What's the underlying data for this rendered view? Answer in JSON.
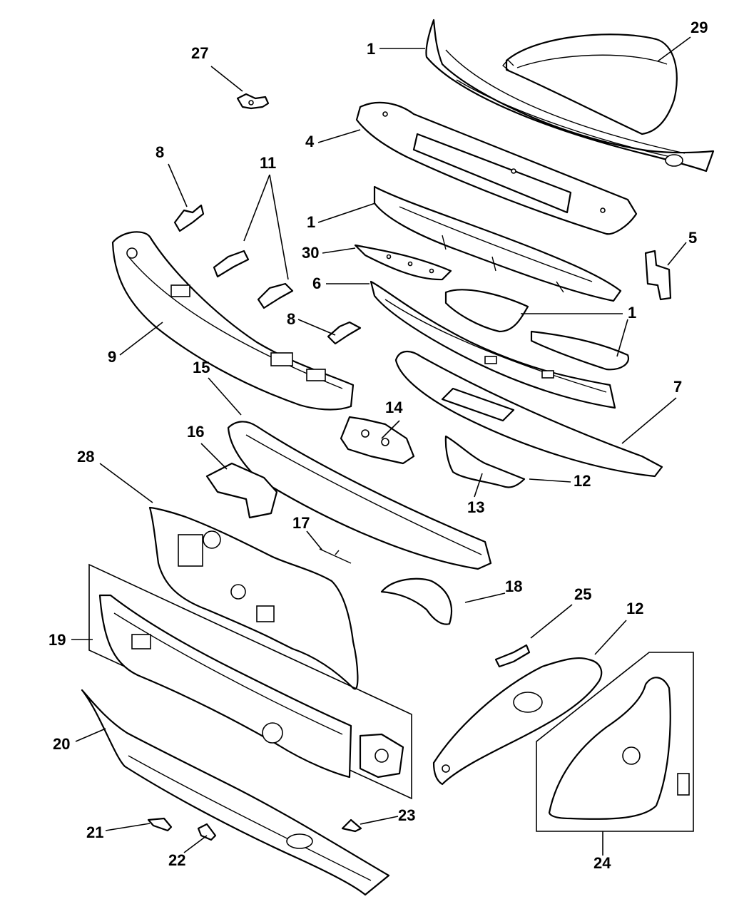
{
  "labels": {
    "l1a": "1",
    "l29": "29",
    "l27": "27",
    "l4": "4",
    "l8a": "8",
    "l11": "11",
    "l1b": "1",
    "l30": "30",
    "l5": "5",
    "l6": "6",
    "l1c": "1",
    "l8b": "8",
    "l9": "9",
    "l15": "15",
    "l7": "7",
    "l14": "14",
    "l16": "16",
    "l28": "28",
    "l12a": "12",
    "l13": "13",
    "l17": "17",
    "l18": "18",
    "l25": "25",
    "l12b": "12",
    "l19": "19",
    "l20": "20",
    "l21": "21",
    "l22": "22",
    "l23": "23",
    "l24": "24"
  }
}
